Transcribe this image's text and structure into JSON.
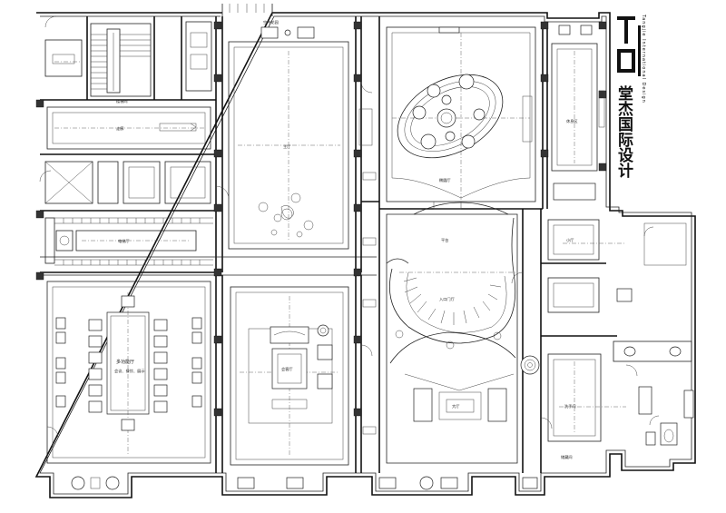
{
  "brand": {
    "logo_text": "T·C",
    "name_cn": "堂杰国际设计",
    "tagline": "Tangjie International Design"
  },
  "rooms": {
    "stair_label": "楼梯间",
    "corridor_label": "走廊",
    "garden_label": "空中花园",
    "hall_upper_label": "主厅",
    "oval_room_label": "椭圆厅",
    "entrance_label": "入口门厅",
    "right_upper_label": "休息区",
    "right_mid_label": "小厅",
    "right_lower_label": "洗手间",
    "right_bottom_label": "储藏间",
    "dining_label": "多功能厅",
    "dining_caption": "会议、餐饮、展示",
    "lounge_label": "会客厅",
    "lift_lobby_label": "电梯厅",
    "landing_label": "平台",
    "hall_lower_label": "大厅"
  }
}
